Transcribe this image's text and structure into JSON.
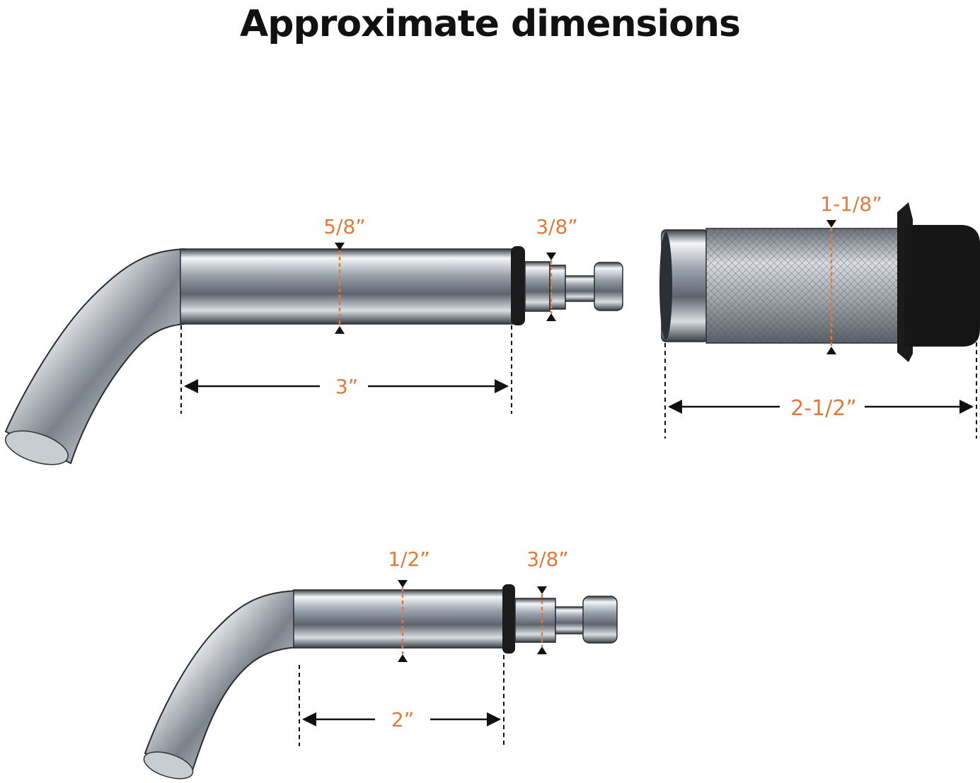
{
  "title": "Approximate dimensions",
  "long_spout": {
    "pipe_diameter": "5/8”",
    "connector_diameter": "3/8”",
    "length": "3”"
  },
  "aerator": {
    "diameter": "1-1/8”",
    "length": "2-1/2”"
  },
  "short_spout": {
    "pipe_diameter": "1/2”",
    "connector_diameter": "3/8”",
    "length": "2”"
  },
  "colors": {
    "accent": "#e07a3a",
    "chrome_dark": "#2a2d33",
    "chrome_light": "#e8ecf0",
    "rubber": "#1b1b1b"
  }
}
